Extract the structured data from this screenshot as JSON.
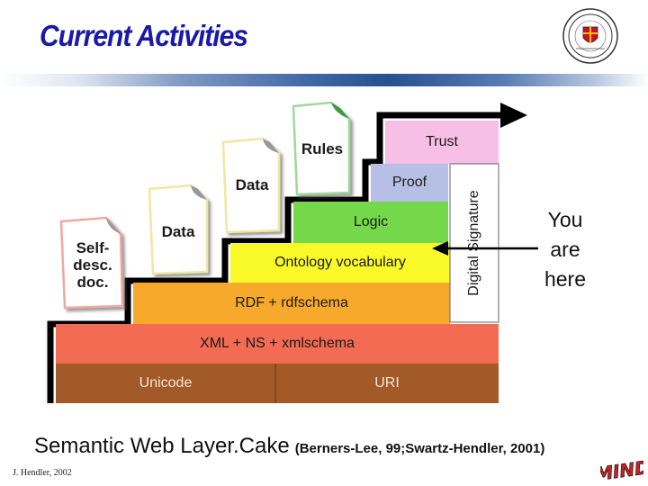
{
  "title": "Current Activities",
  "layers": {
    "unicode": "Unicode",
    "uri": "URI",
    "xml": "XML + NS + xmlschema",
    "rdf": "RDF + rdfschema",
    "ontology": "Ontology vocabulary",
    "logic": "Logic",
    "proof": "Proof",
    "trust": "Trust",
    "signature": "Digital Signature"
  },
  "documents": {
    "self_desc_line1": "Self-",
    "self_desc_line2": "desc.",
    "self_desc_line3": "doc.",
    "data1": "Data",
    "data2": "Data",
    "rules": "Rules"
  },
  "annotation": {
    "line1": "You",
    "line2": "are",
    "line3": "here"
  },
  "caption": {
    "main": "Semantic Web Layer.Cake",
    "reference": "(Berners-Lee, 99;Swartz-Hendler, 2001)"
  },
  "author": "J. Hendler, 2002",
  "logo_text": "MIND",
  "colors": {
    "title": "#1a1aa8",
    "unicode": "#a25a28",
    "xml": "#f26b52",
    "rdf": "#f7a92b",
    "ontology": "#f9f92a",
    "logic": "#74d84a",
    "proof": "#b6bfe4",
    "trust": "#f7bee6",
    "signature": "#ffffff",
    "logo": "#cc2222"
  }
}
